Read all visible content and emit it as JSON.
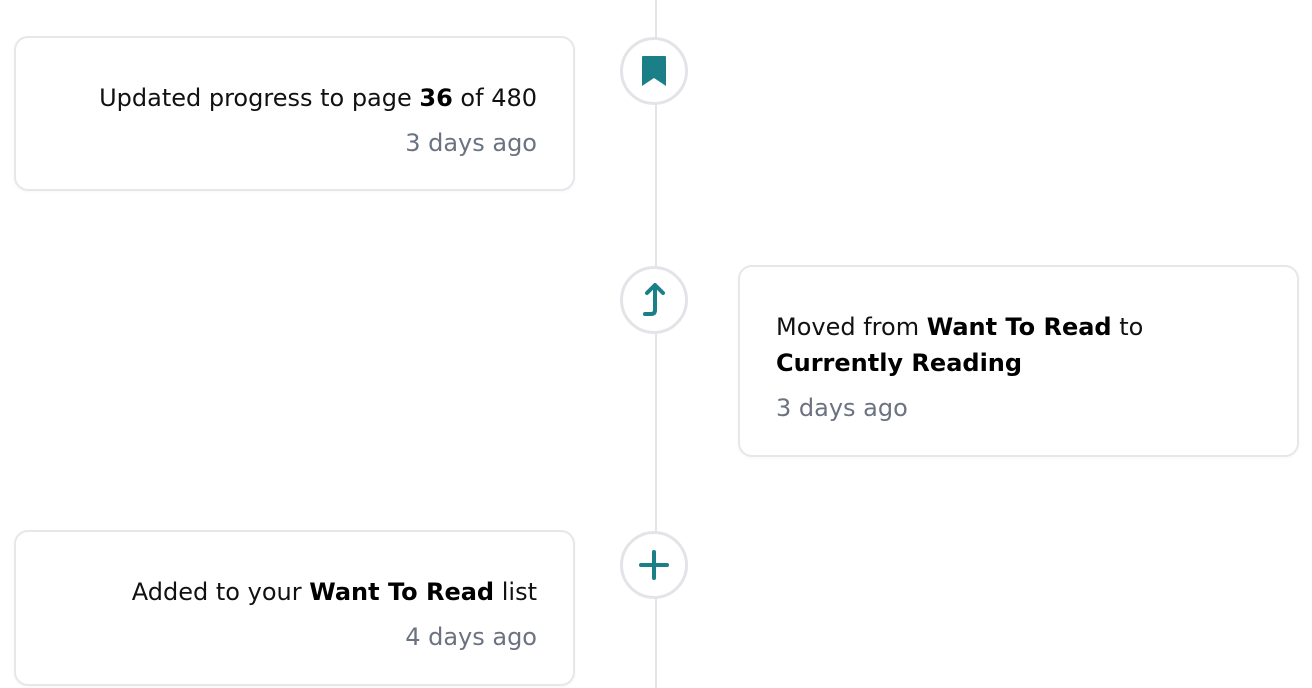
{
  "colors": {
    "accent": "#1a7f86",
    "line": "#e2e4e8",
    "muted_text": "#6b7280"
  },
  "events": [
    {
      "icon": "bookmark-icon",
      "text_before": "Updated progress to page ",
      "bold1": "36",
      "text_middle": " of 480",
      "bold2": "",
      "text_after": "",
      "time": "3 days ago"
    },
    {
      "icon": "move-arrow-icon",
      "text_before": "Moved from ",
      "bold1": "Want To Read",
      "text_middle": " to ",
      "bold2": "Currently Reading",
      "text_after": "",
      "time": "3 days ago"
    },
    {
      "icon": "plus-icon",
      "text_before": "Added to your ",
      "bold1": "Want To Read",
      "text_middle": " list",
      "bold2": "",
      "text_after": "",
      "time": "4 days ago"
    }
  ]
}
